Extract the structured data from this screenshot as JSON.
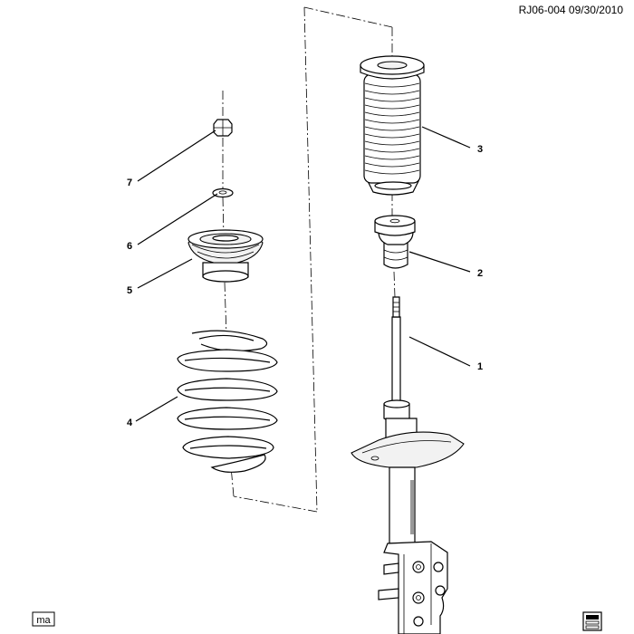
{
  "header": {
    "reference": "RJ06-004  09/30/2010"
  },
  "callouts": [
    "1",
    "2",
    "3",
    "4",
    "5",
    "6",
    "7"
  ],
  "footer": {
    "left_tag": "ma"
  }
}
